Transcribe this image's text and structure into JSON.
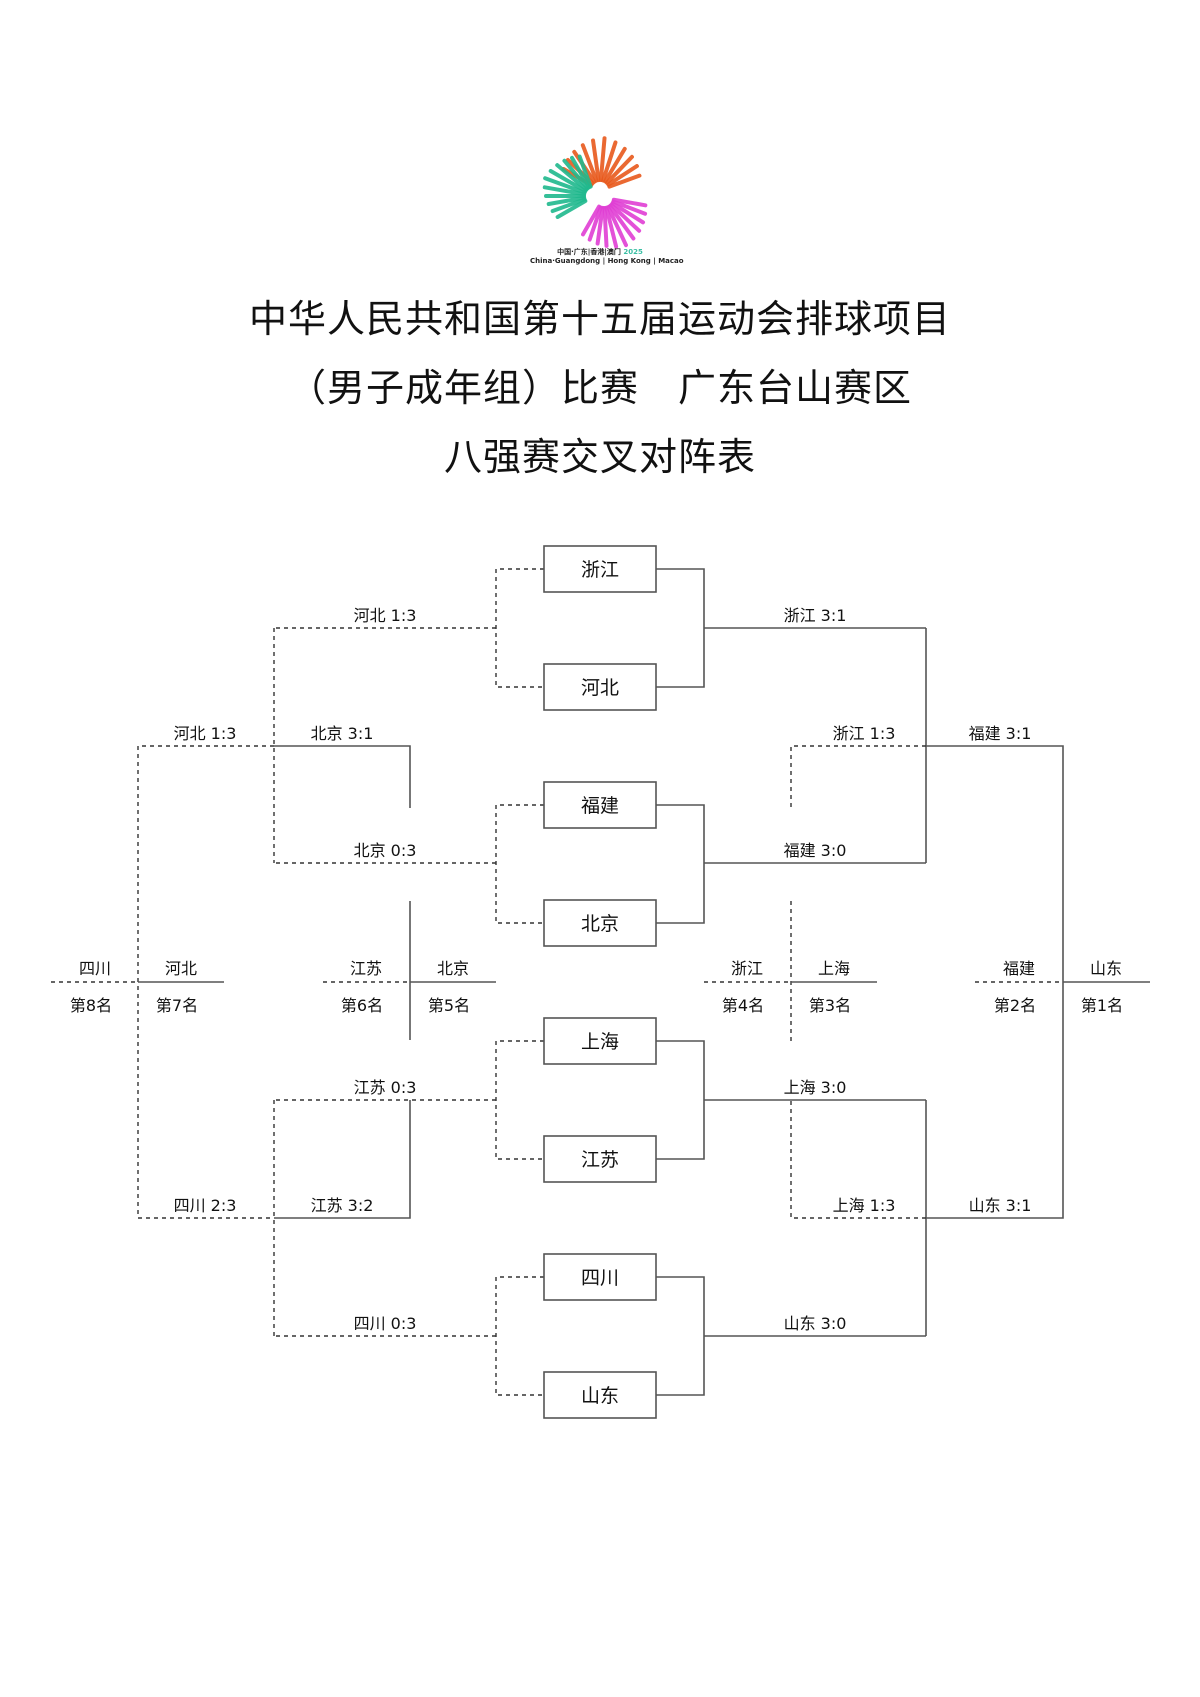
{
  "logo": {
    "icon": "games-logo-icon",
    "caption_cn": "中国·广东|香港|澳门",
    "caption_year": "2025",
    "caption_en": "China·Guangdong | Hong Kong | Macao",
    "colors": {
      "orange": "#e8591c",
      "green": "#20b98d",
      "magenta": "#e03fd4"
    }
  },
  "title": {
    "line1": "中华人民共和国第十五届运动会排球项目",
    "line2": "（男子成年组）比赛　广东台山赛区",
    "line3": "八强赛交叉对阵表"
  },
  "bracket": {
    "semifinal_teams": [
      "浙江",
      "河北",
      "福建",
      "北京",
      "上海",
      "江苏",
      "四川",
      "山东"
    ],
    "quarterfinals": [
      {
        "winner": "浙江",
        "winner_score": "浙江 3:1",
        "loser_score": "河北 1:3"
      },
      {
        "winner": "福建",
        "winner_score": "福建 3:0",
        "loser_score": "北京 0:3"
      },
      {
        "winner": "上海",
        "winner_score": "上海 3:0",
        "loser_score": "江苏 0:3"
      },
      {
        "winner": "山东",
        "winner_score": "山东 3:0",
        "loser_score": "四川 0:3"
      }
    ],
    "semifinals": [
      {
        "winner": "福建",
        "winner_score": "福建 3:1",
        "loser_score": "浙江 1:3"
      },
      {
        "winner": "山东",
        "winner_score": "山东 3:1",
        "loser_score": "上海 1:3"
      }
    ],
    "classification_5_8": [
      {
        "winner": "北京",
        "winner_score": "北京 3:1",
        "loser_score": "河北 1:3"
      },
      {
        "winner": "江苏",
        "winner_score": "江苏 3:2",
        "loser_score": "四川 2:3"
      }
    ],
    "final_rankings": [
      {
        "team": "四川",
        "rank": "第8名"
      },
      {
        "team": "河北",
        "rank": "第7名"
      },
      {
        "team": "江苏",
        "rank": "第6名"
      },
      {
        "team": "北京",
        "rank": "第5名"
      },
      {
        "team": "浙江",
        "rank": "第4名"
      },
      {
        "team": "上海",
        "rank": "第3名"
      },
      {
        "team": "福建",
        "rank": "第2名"
      },
      {
        "team": "山东",
        "rank": "第1名"
      }
    ]
  }
}
